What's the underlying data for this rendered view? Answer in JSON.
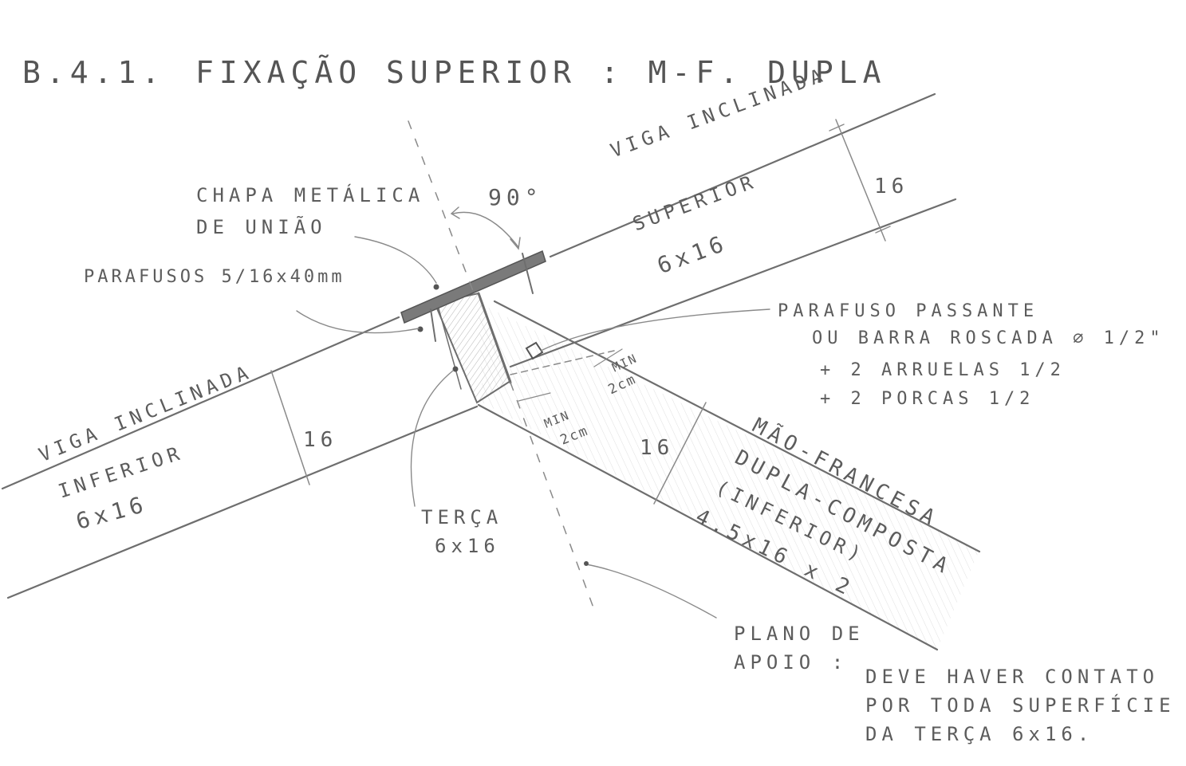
{
  "title": {
    "number": "B.4.1.",
    "text": "FIXAÇÃO SUPERIOR : M-F. DUPLA"
  },
  "labels": {
    "chapa_1": "CHAPA METÁLICA",
    "chapa_2": "DE UNIÃO",
    "angle": "90°",
    "viga_sup_1": "VIGA INCLINADA",
    "viga_sup_2": "SUPERIOR",
    "viga_sup_3": "6x16",
    "dim_top": "16",
    "parafusos": "PARAFUSOS 5/16x40mm",
    "passante_1": "PARAFUSO PASSANTE",
    "passante_2": "OU BARRA ROSCADA ∅ 1/2\"",
    "passante_3": "+ 2 ARRUELAS 1/2",
    "passante_4": "+ 2 PORCAS 1/2",
    "min_a": "MIN",
    "min_a_val": "2cm",
    "min_b": "MIN",
    "min_b_val": "2cm",
    "viga_inf_1": "VIGA INCLINADA",
    "viga_inf_2": "INFERIOR",
    "viga_inf_3": "6x16",
    "dim_left": "16",
    "dim_brace": "16",
    "terca_1": "TERÇA",
    "terca_2": "6x16",
    "mf_1": "MÃO-FRANCESA",
    "mf_2": "DUPLA-COMPOSTA",
    "mf_3": "(INFERIOR)",
    "mf_4": "4.5x16 x 2",
    "plano_1": "PLANO DE",
    "plano_2": "APOIO :",
    "nota_1": "DEVE HAVER CONTATO",
    "nota_2": "POR TODA SUPERFÍCIE",
    "nota_3": "DA TERÇA 6x16."
  },
  "colors": {
    "pencil": "#6e6e6e",
    "paper": "#ffffff"
  }
}
